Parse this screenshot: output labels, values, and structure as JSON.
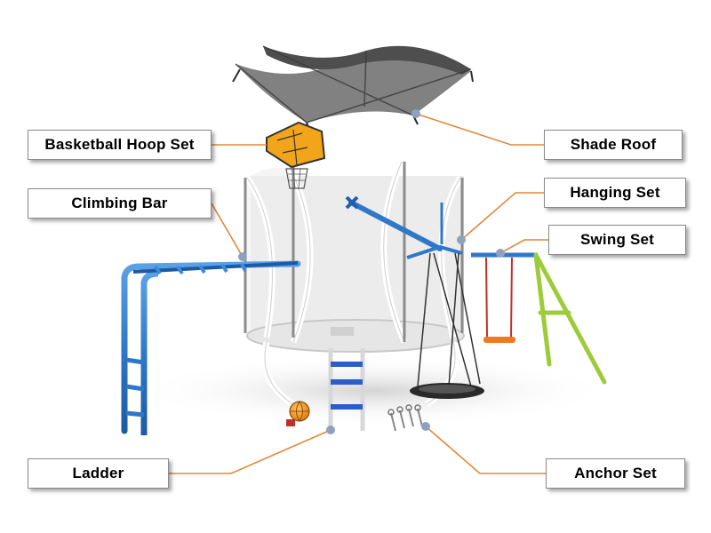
{
  "callouts": {
    "basketball_hoop_set": "Basketball  Hoop Set",
    "climbing_bar": "Climbing  Bar",
    "shade_roof": "Shade Roof",
    "hanging_set": "Hanging Set",
    "swing_set": "Swing Set",
    "ladder": "Ladder",
    "anchor_set": "Anchor Set"
  },
  "icons": [
    "shade-roof-icon",
    "basketball-hoop-icon",
    "trampoline-icon",
    "climbing-bar-icon",
    "ladder-icon",
    "basketball-icon",
    "nest-swing-icon",
    "swing-seat-icon",
    "anchor-stakes-icon"
  ],
  "colors": {
    "leader_line": "#e0883a",
    "leader_dot": "#8ea2bf",
    "frame_blue": "#2f78c8",
    "swing_green": "#9ccc3a",
    "hoop_orange": "#f0a020",
    "roof_gray": "#5a5a5a"
  }
}
